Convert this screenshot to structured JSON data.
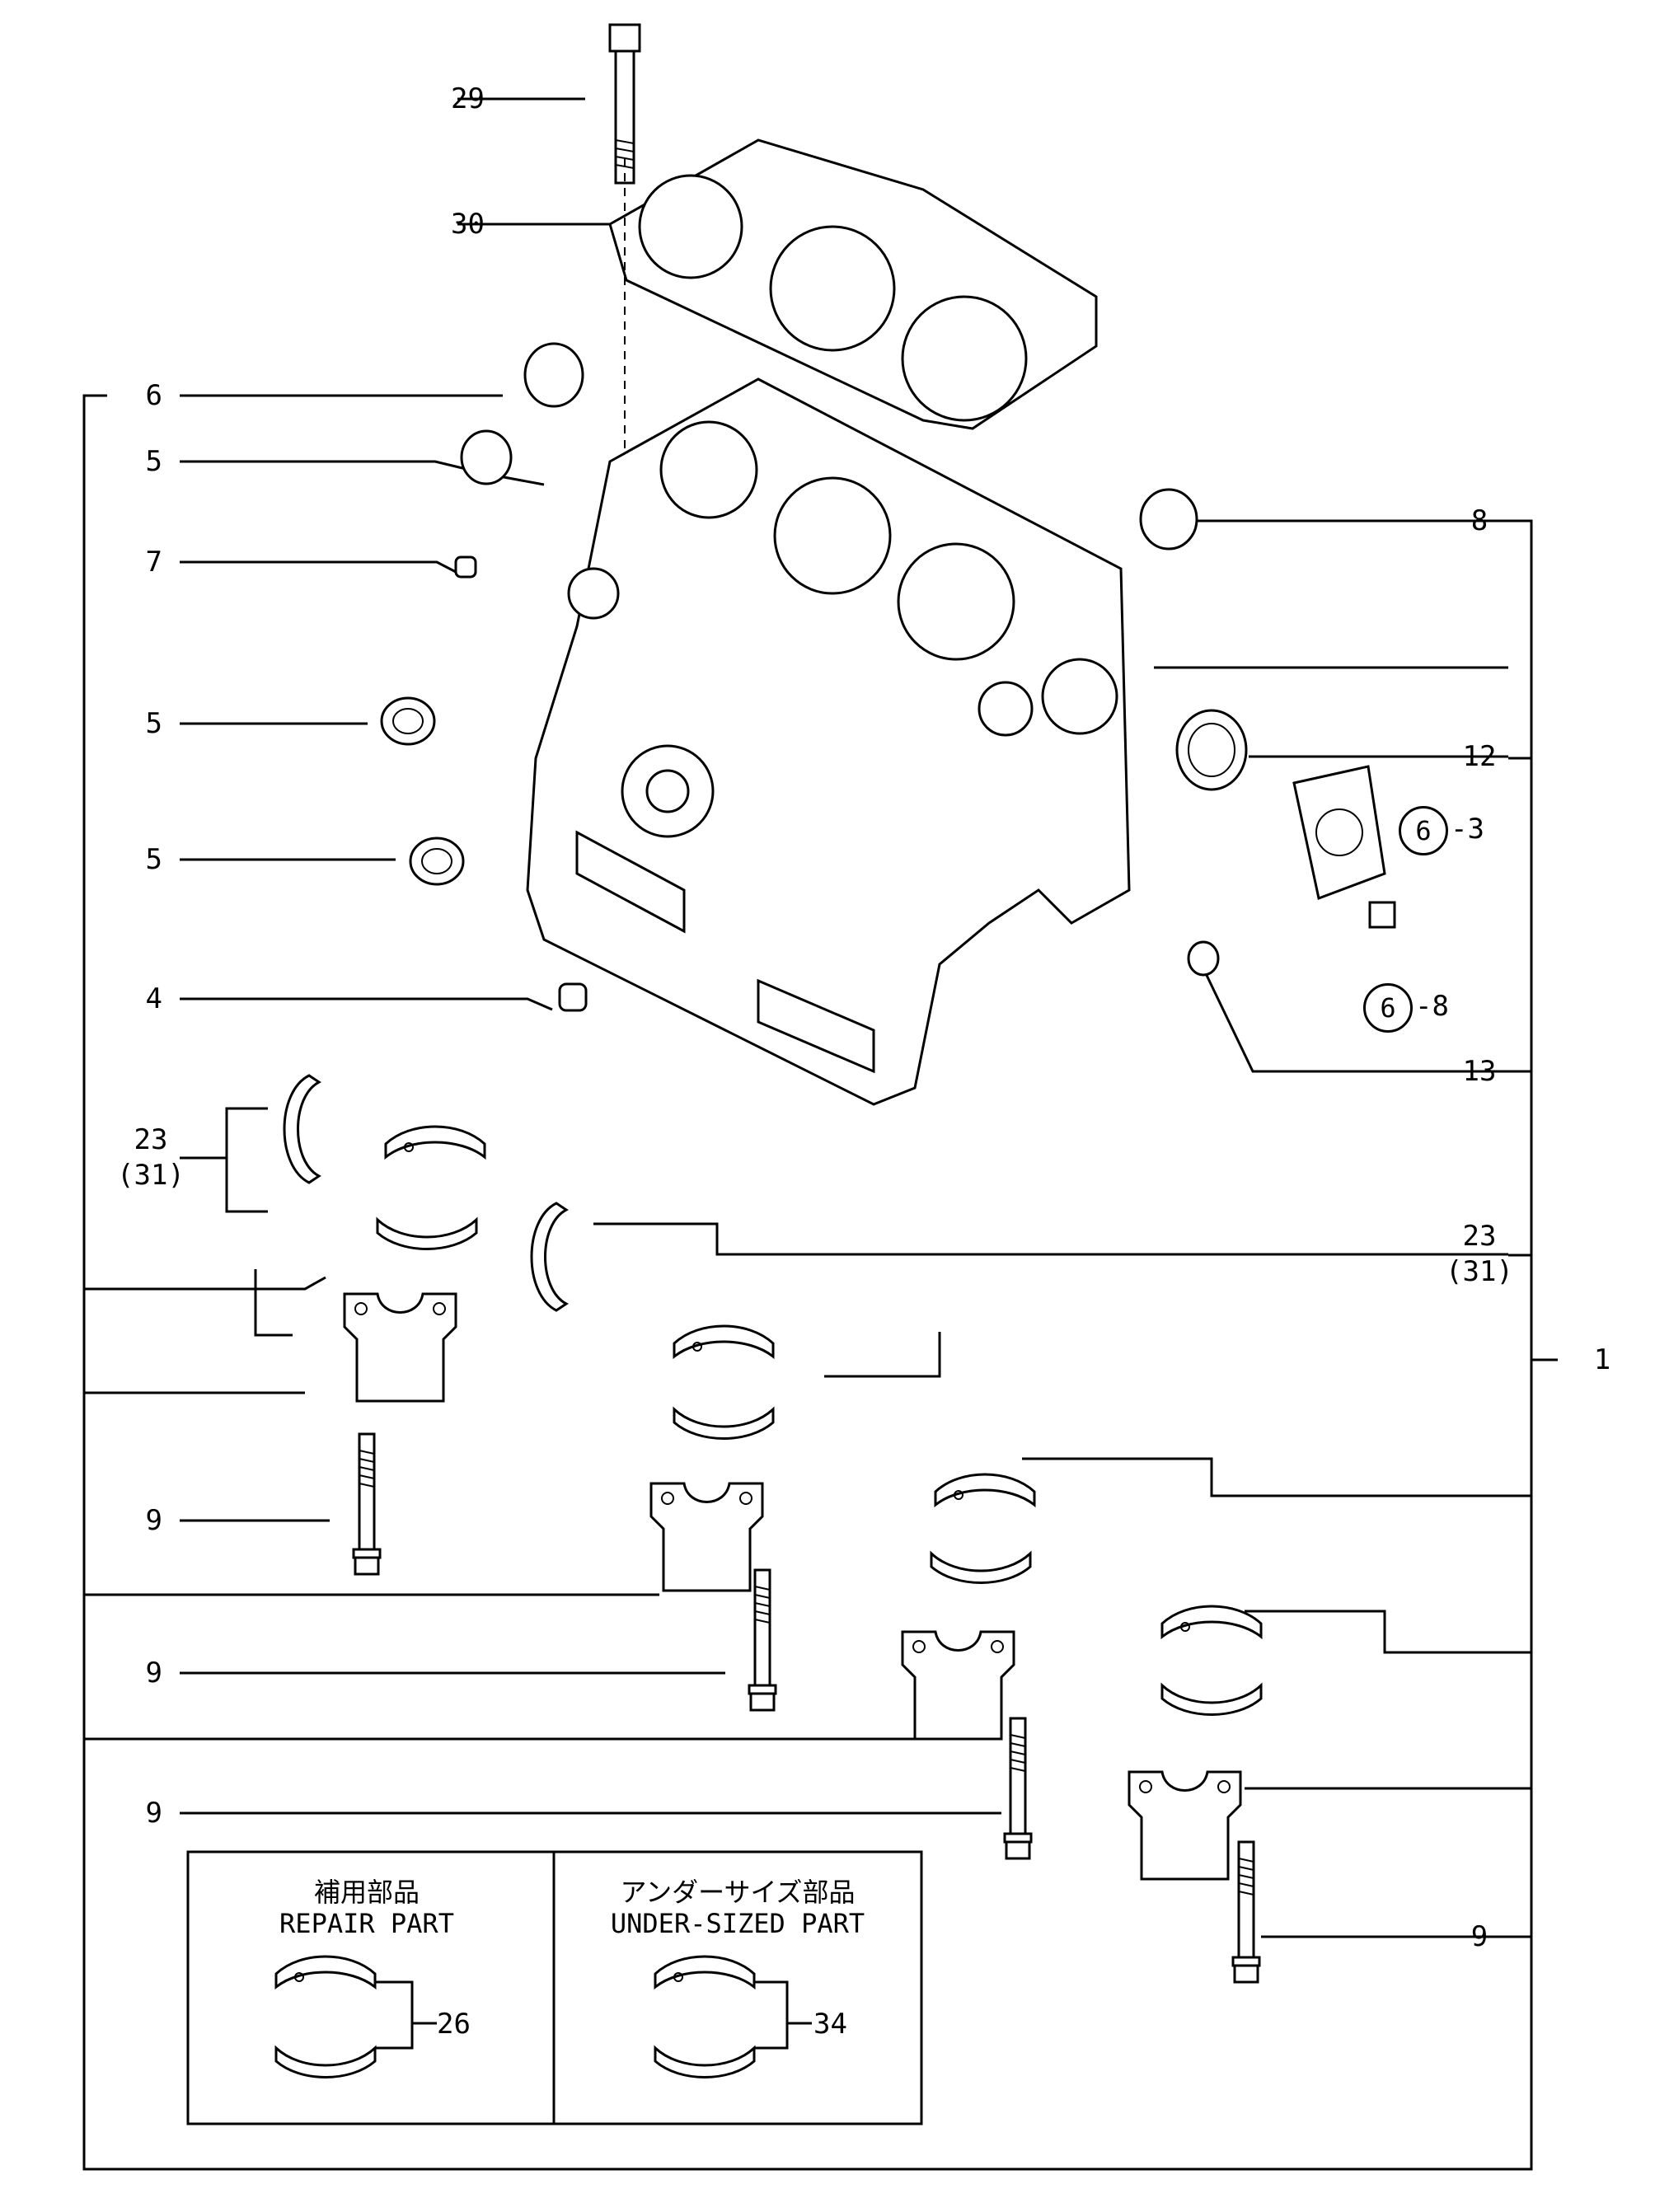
{
  "callouts": {
    "c29": "29",
    "c30": "30",
    "c6a": "6",
    "c5a": "5",
    "c7": "7",
    "c5b": "5",
    "c5c": "5",
    "c4": "4",
    "c23a": "23",
    "c31a": "(31)",
    "c9a": "9",
    "c9b": "9",
    "c9c": "9",
    "c8": "8",
    "c12": "12",
    "c13": "13",
    "c6_3_num": "6",
    "c6_3_suffix": "-3",
    "c6_8_num": "6",
    "c6_8_suffix": "-8",
    "c23b": "23",
    "c31b": "(31)",
    "c1": "1",
    "c9d": "9"
  },
  "inset": {
    "left_title_jp": "補用部品",
    "left_title_en": "REPAIR PART",
    "left_callout": "26",
    "right_title_jp": "アンダーサイズ部品",
    "right_title_en": "UNDER-SIZED PART",
    "right_callout": "34"
  },
  "colors": {
    "line": "#000000",
    "fill": "#ffffff"
  }
}
